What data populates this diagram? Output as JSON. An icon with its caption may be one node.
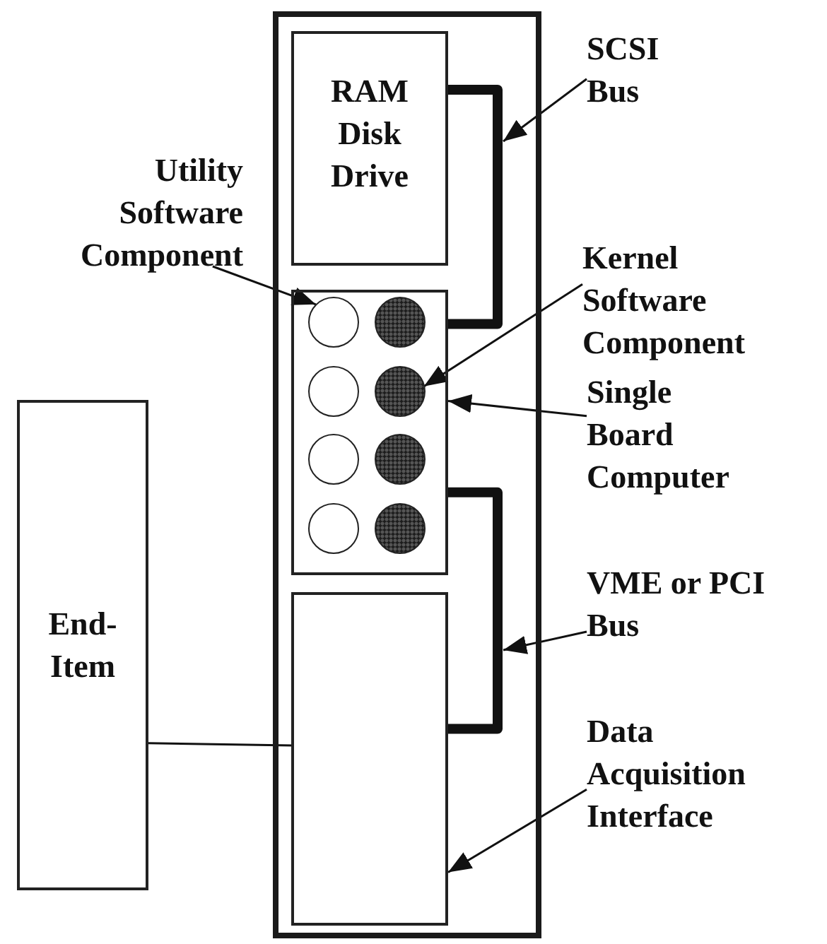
{
  "diagram": {
    "nodes": [
      {
        "text": [],
        "shape": "box"
      },
      {
        "text": [
          "RAM Disk Drive"
        ],
        "in": 0
      },
      {
        "text": [],
        "shape": "box",
        "in": 0
      },
      {
        "text": [],
        "shape": "circle",
        "in": 2
      },
      {
        "text": [],
        "shape": "circle",
        "in": 2
      },
      {
        "text": [],
        "shape": "circle",
        "in": 2
      },
      {
        "text": [],
        "shape": "circle",
        "in": 2
      },
      {
        "text": [],
        "shape": "circle",
        "in": 2
      },
      {
        "text": [],
        "shape": "circle",
        "in": 2
      },
      {
        "text": [],
        "shape": "circle",
        "in": 2
      },
      {
        "text": [],
        "shape": "circle",
        "in": 2
      },
      {
        "text": [],
        "shape": "box",
        "in": 0
      },
      {
        "text": [
          "End-Item"
        ]
      },
      {
        "text": [
          "SCSI Bus"
        ]
      },
      {
        "text": [
          "Utility Software Component"
        ]
      },
      {
        "text": [
          "Kernel Software Component"
        ]
      },
      {
        "text": [
          "Single Board Computer"
        ]
      },
      {
        "text": [
          "VME or PCI Bus"
        ]
      },
      {
        "text": [
          "Data Acquisition Interface"
        ]
      }
    ],
    "edges": [
      {
        "from": 1,
        "to": 2,
        "arrow": "none",
        "style": "thick"
      },
      {
        "from": 2,
        "to": 11,
        "arrow": "none",
        "style": "thick"
      },
      {
        "from": 12,
        "to": 11,
        "arrow": "none"
      },
      {
        "from": 13,
        "to": null,
        "arrow": "to"
      },
      {
        "from": 14,
        "to": 3,
        "arrow": "to"
      },
      {
        "from": 15,
        "to": 6,
        "arrow": "to"
      },
      {
        "from": 16,
        "to": 2,
        "arrow": "to"
      },
      {
        "from": 17,
        "to": null,
        "arrow": "to"
      },
      {
        "from": 18,
        "to": 11,
        "arrow": "to"
      }
    ]
  }
}
